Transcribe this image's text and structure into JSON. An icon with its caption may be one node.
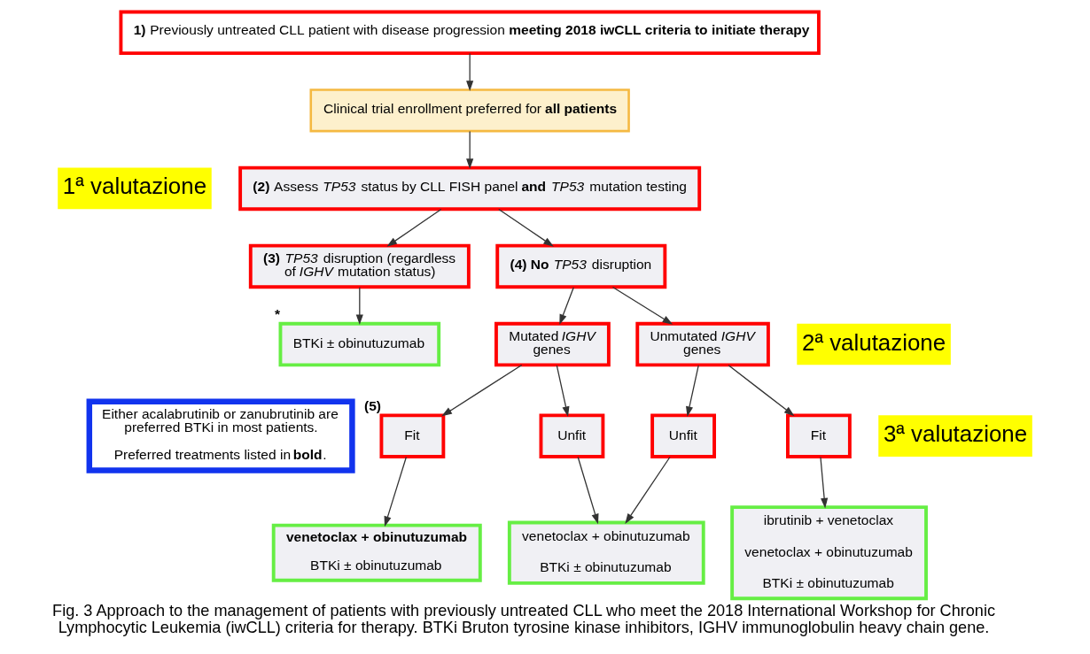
{
  "diagram": {
    "caption": "Fig. 3 Approach to the management of patients with previously untreated CLL who meet the 2018 International Workshop for Chronic Lymphocytic Leukemia (iwCLL) criteria for therapy. BTKi Bruton tyrosine kinase inhibitors, IGHV immunoglobulin heavy chain gene.",
    "nodes": [
      {
        "text": [
          "**1)** Previously untreated CLL patient with disease progression **meeting 2018 iwCLL criteria to initiate therapy**"
        ]
      },
      {
        "text": [
          "Clinical trial enrollment preferred for **all patients**"
        ]
      },
      {
        "text": [
          "**(2)** Assess *TP53* status by CLL FISH panel **and** *TP53* mutation testing"
        ]
      },
      {
        "text": [
          "**(3)** *TP53* disruption (regardless of *IGHV* mutation status)"
        ]
      },
      {
        "text": [
          "**(4) No** *TP53* disruption"
        ]
      },
      {
        "text": [
          "BTKi ± obinutuzumab"
        ],
        "beside": [
          "*"
        ]
      },
      {
        "text": [
          "Mutated *IGHV* genes"
        ]
      },
      {
        "text": [
          "Unmutated *IGHV* genes"
        ]
      },
      {
        "text": [
          "Fit"
        ],
        "beside": [
          "(5)"
        ]
      },
      {
        "text": [
          "Unfit"
        ]
      },
      {
        "text": [
          "Unfit"
        ]
      },
      {
        "text": [
          "Fit"
        ]
      },
      {
        "text": [
          "**venetoclax + obinutuzumab**",
          "BTKi ± obinutuzumab"
        ]
      },
      {
        "text": [
          "venetoclax + obinutuzumab",
          "BTKi ± obinutuzumab"
        ]
      },
      {
        "text": [
          "ibrutinib + venetoclax",
          "venetoclax + obinutuzumab",
          "BTKi ± obinutuzumab"
        ]
      },
      {
        "text": [
          "Either acalabrutinib or zanubrutinib are preferred BTKi in most patients.",
          "Preferred treatments listed in **bold**."
        ]
      }
    ],
    "edges": [
      {
        "from": 0,
        "to": 1,
        "arrow": "to"
      },
      {
        "from": 1,
        "to": 2,
        "arrow": "to"
      },
      {
        "from": 2,
        "to": 3,
        "arrow": "to"
      },
      {
        "from": 2,
        "to": 4,
        "arrow": "to"
      },
      {
        "from": 3,
        "to": 5,
        "arrow": "to"
      },
      {
        "from": 4,
        "to": 6,
        "arrow": "to"
      },
      {
        "from": 4,
        "to": 7,
        "arrow": "to"
      },
      {
        "from": 6,
        "to": 8,
        "arrow": "to"
      },
      {
        "from": 6,
        "to": 9,
        "arrow": "to"
      },
      {
        "from": 7,
        "to": 10,
        "arrow": "to"
      },
      {
        "from": 7,
        "to": 11,
        "arrow": "to"
      },
      {
        "from": 8,
        "to": 12,
        "arrow": "to"
      },
      {
        "from": 9,
        "to": 13,
        "arrow": "to"
      },
      {
        "from": 10,
        "to": 13,
        "arrow": "to"
      },
      {
        "from": 11,
        "to": 14,
        "arrow": "to"
      }
    ],
    "labels": [
      "1ª valutazione",
      "2ª valutazione",
      "3ª valutazione"
    ]
  }
}
